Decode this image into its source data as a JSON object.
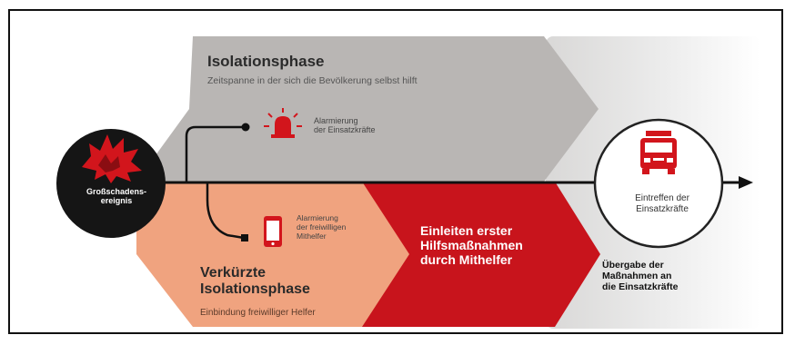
{
  "isolation_phase": {
    "title": "Isolationsphase",
    "subtitle": "Zeitspanne in der sich die Bevölkerung selbst hilft"
  },
  "event": {
    "label": "Großschadens-\nereignis",
    "icon": "explosion-icon"
  },
  "alert_emergency": {
    "label": "Alarmierung\nder Einsatzkräfte",
    "icon": "siren-icon"
  },
  "alert_volunteers": {
    "label": "Alarmierung\nder freiwilligen\nMithelfer",
    "icon": "smartphone-icon"
  },
  "shortened_phase": {
    "title": "Verkürzte\nIsolationsphase",
    "subtitle": "Einbindung freiwilliger Helfer"
  },
  "first_aid": {
    "label": "Einleiten erster\nHilfsmaßnahmen\ndurch Mithelfer"
  },
  "arrival": {
    "label": "Eintreffen der\nEinsatzkräfte",
    "icon": "fire-truck-icon"
  },
  "handover": {
    "label": "Übergabe der\nMaßnahmen an\ndie Einsatzkräfte"
  },
  "colors": {
    "gray_phase": "#b7b4b2",
    "orange_phase": "#efa27f",
    "red_phase": "#c8141c",
    "accent_red": "#d2151c",
    "black": "#111111"
  }
}
